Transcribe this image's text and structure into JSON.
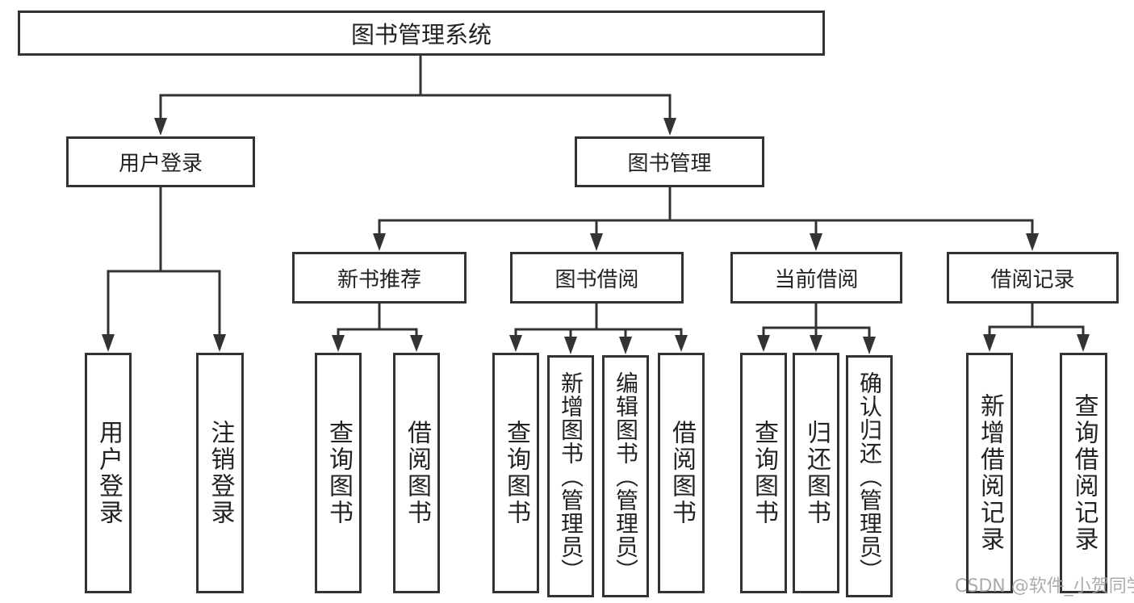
{
  "diagram": {
    "title": "图书管理系统",
    "watermark": "CSDN @软件_小贺同学",
    "colors": {
      "background": "#ffffff",
      "line": "#333333",
      "box_border": "#333333",
      "text": "#222222",
      "watermark": "#a3a3a3"
    },
    "tree": {
      "root": {
        "label": "图书管理系统",
        "children": [
          {
            "label": "用户登录",
            "children": [
              {
                "label": "用户登录"
              },
              {
                "label": "注销登录"
              }
            ]
          },
          {
            "label": "图书管理",
            "children": [
              {
                "label": "新书推荐",
                "children": [
                  {
                    "label": "查询图书"
                  },
                  {
                    "label": "借阅图书"
                  }
                ]
              },
              {
                "label": "图书借阅",
                "children": [
                  {
                    "label": "查询图书"
                  },
                  {
                    "label": "新增图书（管理员）"
                  },
                  {
                    "label": "编辑图书（管理员）"
                  },
                  {
                    "label": "借阅图书"
                  }
                ]
              },
              {
                "label": "当前借阅",
                "children": [
                  {
                    "label": "查询图书"
                  },
                  {
                    "label": "归还图书"
                  },
                  {
                    "label": "确认归还（管理员）"
                  }
                ]
              },
              {
                "label": "借阅记录",
                "children": [
                  {
                    "label": "新增借阅记录"
                  },
                  {
                    "label": "查询借阅记录"
                  }
                ]
              }
            ]
          }
        ]
      }
    }
  }
}
